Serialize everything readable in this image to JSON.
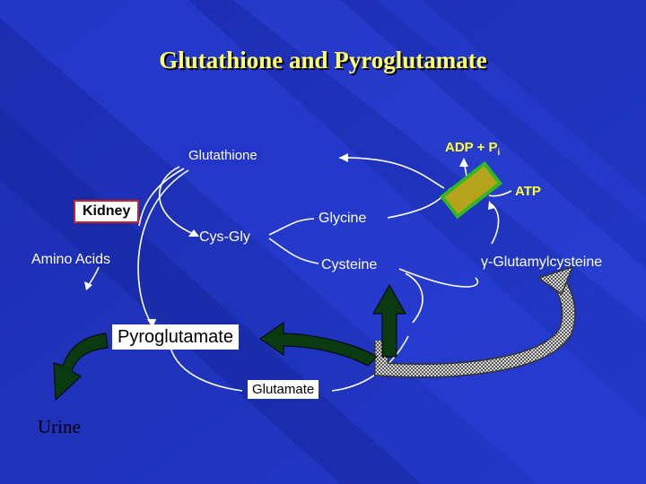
{
  "title": "Glutathione and Pyroglutamate",
  "nodes": {
    "glutathione": "Glutathione",
    "adp_pi": "ADP + P",
    "adp_pi_sub": "i",
    "atp": "ATP",
    "kidney": "Kidney",
    "glycine": "Glycine",
    "cys_gly": "Cys-Gly",
    "amino_acids": "Amino Acids",
    "cysteine": "Cysteine",
    "gamma_glutamylcysteine": "γ-Glutamylcysteine",
    "pyroglutamate": "Pyroglutamate",
    "glutamate": "Glutamate",
    "urine": "Urine"
  },
  "colors": {
    "background": "#1b2fb0",
    "title": "#ffff66",
    "enzyme_fill": "#b5a31c",
    "enzyme_border": "#2fb81f",
    "thick_arrow": "#0a3a10",
    "kidney_border": "#cc2222"
  }
}
